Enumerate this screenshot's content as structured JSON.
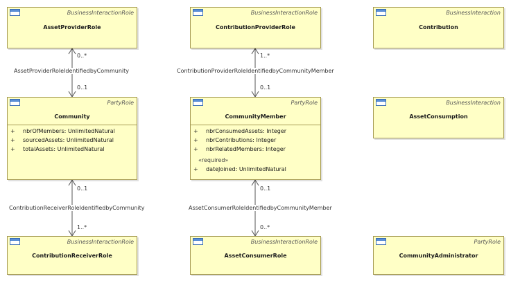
{
  "boxes": {
    "asset_provider_role": {
      "stereotype": "BusinessInteractionRole",
      "name": "AssetProviderRole"
    },
    "contribution_provider_role": {
      "stereotype": "BusinessInteractionRole",
      "name": "ContributionProviderRole"
    },
    "contribution": {
      "stereotype": "BusinessInteraction",
      "name": "Contribution"
    },
    "community": {
      "stereotype": "PartyRole",
      "name": "Community",
      "attributes": [
        {
          "vis": "+",
          "text": "nbrOfMembers: UnlimitedNatural"
        },
        {
          "vis": "+",
          "text": "sourcedAssets: UnlimitedNatural"
        },
        {
          "vis": "+",
          "text": "totalAssets: UnlimitedNatural"
        }
      ]
    },
    "community_member": {
      "stereotype": "PartyRole",
      "name": "CommunityMember",
      "attributes": [
        {
          "vis": "+",
          "text": "nbrConsumedAssets: Integer"
        },
        {
          "vis": "+",
          "text": "nbrContributions: Integer"
        },
        {
          "vis": "+",
          "text": "nbrRelatedMembers: Integer"
        }
      ],
      "required_stereotype": "«required»",
      "required_attributes": [
        {
          "vis": "+",
          "text": "dateJoined: UnlimitedNatural"
        }
      ]
    },
    "asset_consumption": {
      "stereotype": "BusinessInteraction",
      "name": "AssetConsumption"
    },
    "contribution_receiver_role": {
      "stereotype": "BusinessInteractionRole",
      "name": "ContributionReceiverRole"
    },
    "asset_consumer_role": {
      "stereotype": "BusinessInteractionRole",
      "name": "AssetConsumerRole"
    },
    "community_administrator": {
      "stereotype": "PartyRole",
      "name": "CommunityAdministrator"
    }
  },
  "associations": {
    "a1": {
      "name": "AssetProviderRoleIdentifiedbyCommunity",
      "top_mult": "0..*",
      "bottom_mult": "0..1"
    },
    "a2": {
      "name": "ContributionProviderRoleIdentifiedbyCommunityMember",
      "top_mult": "1..*",
      "bottom_mult": "0..1"
    },
    "a3": {
      "name": "ContributionReceiverRoleIdentifiedbyCommunity",
      "top_mult": "0..1",
      "bottom_mult": "1..*"
    },
    "a4": {
      "name": "AssetConsumerRoleIdentifiedbyCommunityMember",
      "top_mult": "0..1",
      "bottom_mult": "0..*"
    }
  }
}
